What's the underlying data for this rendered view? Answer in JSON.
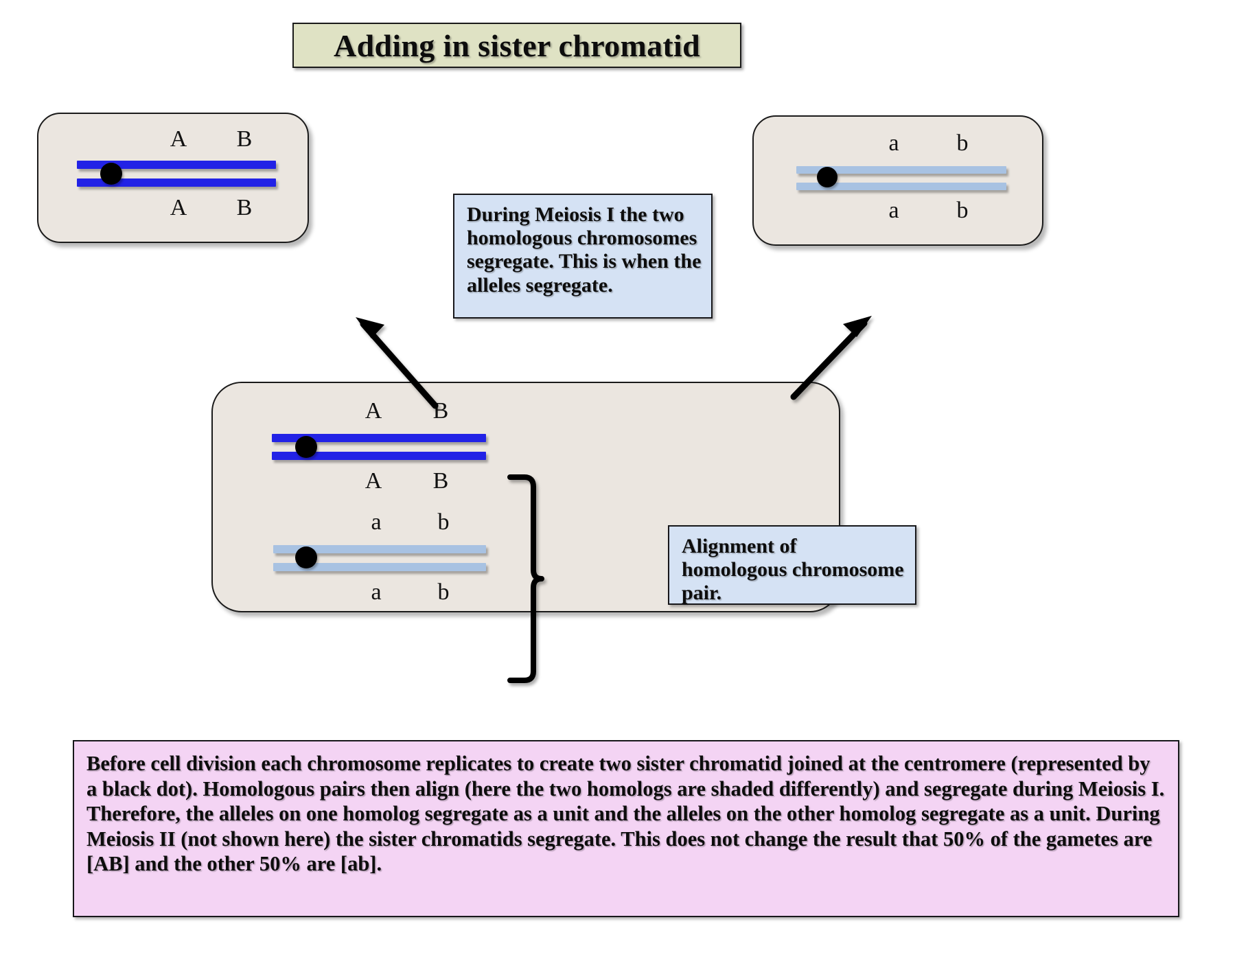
{
  "title": {
    "text": "Adding in sister chromatid",
    "bg_color": "#dfe2c4"
  },
  "colors": {
    "panel_bg": "#ebe6e0",
    "chromatid_dark_blue": "#2222e6",
    "chromatid_light_blue": "#a8c2e2",
    "info_box_bg": "#d5e2f4",
    "summary_box_bg": "#f4d4f4",
    "centromere": "#000000",
    "border": "#1a1a1a"
  },
  "panels": {
    "top_left": {
      "name": "gamete-AB",
      "alleles_top": [
        "A",
        "B"
      ],
      "alleles_bottom": [
        "A",
        "B"
      ],
      "shade": "dark"
    },
    "top_right": {
      "name": "gamete-ab",
      "alleles_top": [
        "a",
        "b"
      ],
      "alleles_bottom": [
        "a",
        "b"
      ],
      "shade": "light"
    },
    "bottom": {
      "name": "homologous-pair-alignment",
      "chromosome_1": {
        "alleles_top": [
          "A",
          "B"
        ],
        "alleles_bottom": [
          "A",
          "B"
        ],
        "shade": "dark"
      },
      "chromosome_2": {
        "alleles_top": [
          "a",
          "b"
        ],
        "alleles_bottom": [
          "a",
          "b"
        ],
        "shade": "light"
      }
    }
  },
  "notes": {
    "meiosis": "During Meiosis I the two homologous chromosomes segregate. This is when the alleles segregate.",
    "alignment": "Alignment of homologous chromosome pair."
  },
  "summary": {
    "text": "Before cell division each chromosome replicates to create two sister chromatid joined at the centromere (represented by a black dot). Homologous pairs then align (here the two homologs are shaded differently) and segregate during Meiosis I. Therefore, the alleles on one homolog segregate as a unit and the alleles on the other homolog segregate as a unit. During Meiosis II (not shown here) the sister chromatids segregate. This does not change the result that 50% of the gametes are [AB] and the other 50% are [ab]."
  },
  "arrows": {
    "left": "arrow-to-AB-gamete",
    "right": "arrow-to-ab-gamete"
  },
  "brace": {
    "label": "curly-brace-grouping-homologs"
  }
}
